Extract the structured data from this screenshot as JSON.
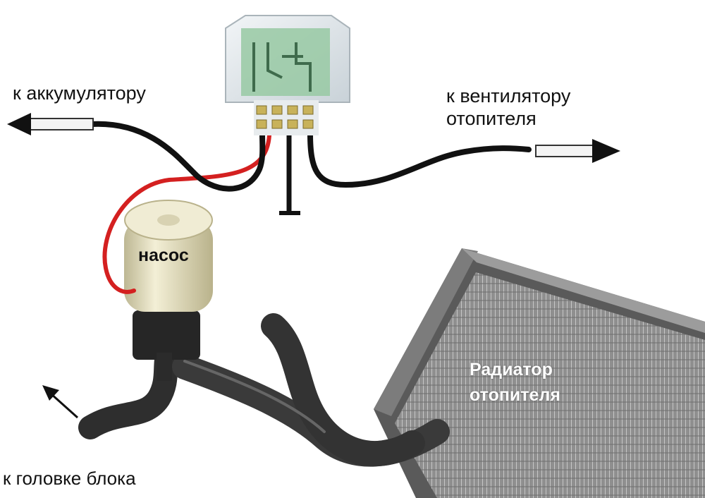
{
  "labels": {
    "to_battery": "к аккумулятору",
    "to_fan_line1": "к вентилятору",
    "to_fan_line2": "отопителя",
    "pump": "насос",
    "radiator_line1": "Радиатор",
    "radiator_line2": "отопителя",
    "to_block_head": "к головке блока"
  },
  "colors": {
    "wire_black": "#111111",
    "wire_red": "#d42020",
    "hose": "#3a3a3a",
    "pump_body": "#e7e2c2",
    "relay_cover": "#dfe6ea",
    "relay_green": "#98c9a3",
    "terminal": "#c8b25a",
    "radiator_frame": "#6e6e6e",
    "radiator_fins": "#9a9a9a"
  },
  "icons": [
    "relay-icon",
    "pump-icon",
    "radiator-icon",
    "arrow-left-icon",
    "arrow-right-icon",
    "arrow-up-left-icon",
    "ground-symbol"
  ]
}
